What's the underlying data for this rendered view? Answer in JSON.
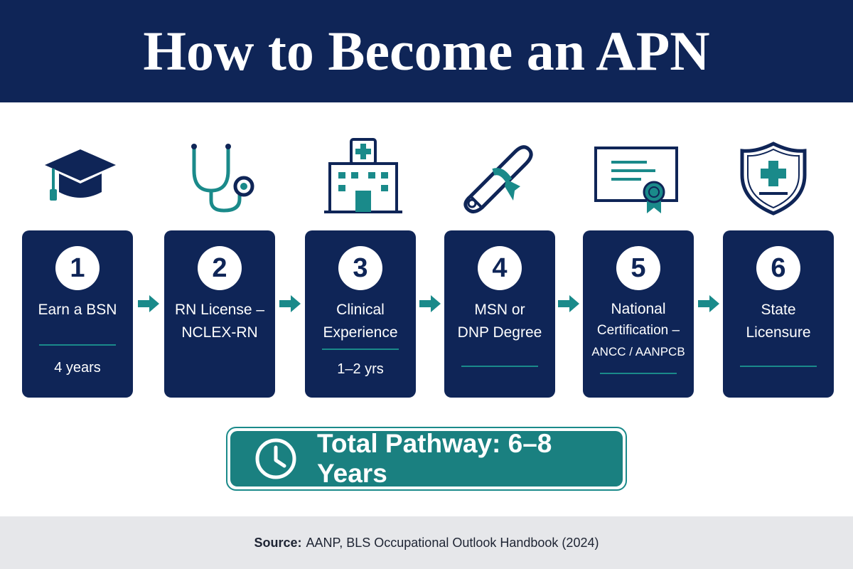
{
  "header": {
    "title": "How to Become an APN"
  },
  "steps": [
    {
      "number": "1",
      "title_lines": [
        "Earn a BSN"
      ],
      "duration": "4 years",
      "icon": "graduation-cap-icon"
    },
    {
      "number": "2",
      "title_lines": [
        "RN License –",
        "NCLEX-RN"
      ],
      "duration": "",
      "icon": "stethoscope-icon"
    },
    {
      "number": "3",
      "title_lines": [
        "Clinical",
        "Experience"
      ],
      "duration": "1–2 yrs",
      "icon": "hospital-icon"
    },
    {
      "number": "4",
      "title_lines": [
        "MSN or",
        "DNP Degree"
      ],
      "duration": "",
      "icon": "diploma-scroll-icon"
    },
    {
      "number": "5",
      "title_lines": [
        "National",
        "Certification –",
        "ANCC / AANPCB"
      ],
      "duration": "",
      "icon": "certificate-icon"
    },
    {
      "number": "6",
      "title_lines": [
        "State",
        "Licensure"
      ],
      "duration": "",
      "icon": "shield-cross-icon"
    }
  ],
  "total": {
    "text": "Total Pathway: 6–8 Years",
    "icon": "clock-icon"
  },
  "footer": {
    "source_label": "Source:",
    "source_text": "AANP, BLS Occupational Outlook Handbook (2024)"
  },
  "colors": {
    "navy": "#0f2557",
    "teal": "#1a8a8a",
    "footer_bg": "#e6e7ea"
  }
}
